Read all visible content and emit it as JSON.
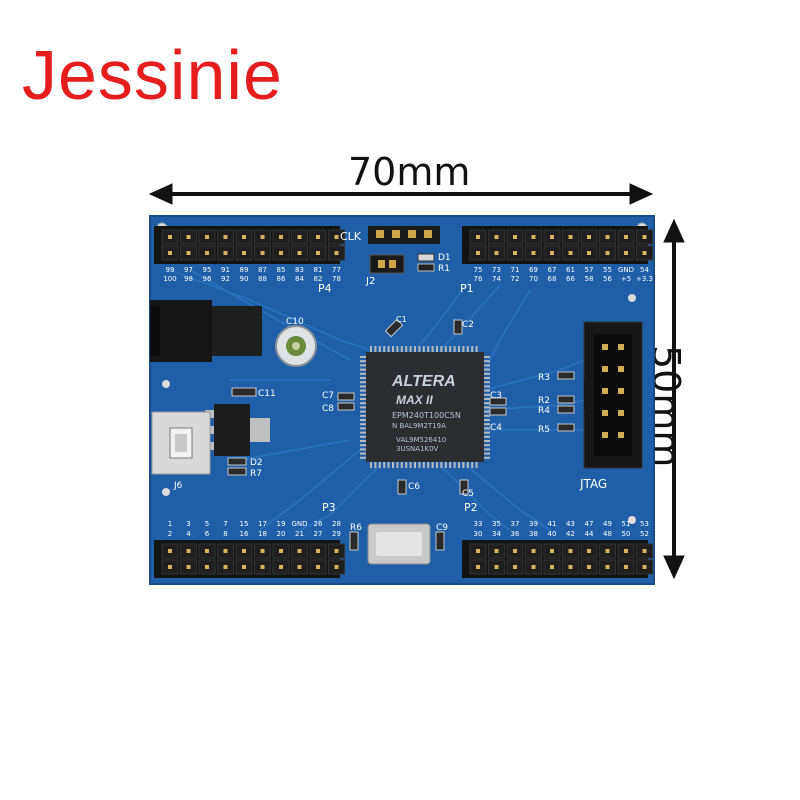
{
  "brand": {
    "name": "Jessinie",
    "color": "#e51d1d"
  },
  "dimensions": {
    "width_label": "70mm",
    "height_label": "50mm"
  },
  "board": {
    "color": "#1e5fa8",
    "headers": {
      "p4": {
        "label": "P4",
        "top_pins": [
          "99",
          "97",
          "95",
          "91",
          "89",
          "87",
          "85",
          "83",
          "81",
          "77"
        ],
        "bottom_pins": [
          "100",
          "98",
          "96",
          "92",
          "90",
          "88",
          "86",
          "84",
          "82",
          "78"
        ]
      },
      "p1": {
        "label": "P1",
        "top_pins": [
          "75",
          "73",
          "71",
          "69",
          "67",
          "61",
          "57",
          "55",
          "GND",
          "54"
        ],
        "bottom_pins": [
          "76",
          "74",
          "72",
          "70",
          "68",
          "66",
          "58",
          "56",
          "+5",
          "+3.3"
        ]
      },
      "p3": {
        "label": "P3",
        "top_pins": [
          "1",
          "3",
          "5",
          "7",
          "15",
          "17",
          "19",
          "GND",
          "26",
          "28"
        ],
        "bottom_pins": [
          "2",
          "4",
          "6",
          "8",
          "16",
          "18",
          "20",
          "21",
          "27",
          "29"
        ]
      },
      "p2": {
        "label": "P2",
        "top_pins": [
          "33",
          "35",
          "37",
          "39",
          "41",
          "43",
          "47",
          "49",
          "51",
          "53"
        ],
        "bottom_pins": [
          "30",
          "34",
          "36",
          "38",
          "40",
          "42",
          "44",
          "48",
          "50",
          "52"
        ]
      }
    },
    "labels": {
      "clk": "CLK",
      "j2": "J2",
      "d1": "D1",
      "r1": "R1",
      "c10": "C10",
      "c1": "C1",
      "c2": "C2",
      "c11": "C11",
      "c7": "C7",
      "c8": "C8",
      "c3": "C3",
      "c4": "C4",
      "r3": "R3",
      "r2": "R2",
      "r4": "R4",
      "r5": "R5",
      "jtag": "JTAG",
      "j6": "J6",
      "d2": "D2",
      "r7": "R7",
      "c6": "C6",
      "c5": "C5",
      "r6": "R6",
      "c9": "C9"
    },
    "chip": {
      "brand": "ALTERA",
      "family": "MAX II",
      "lines": [
        "EPM240T100C5N",
        "N BAL9M2T19A",
        "VAL9M526410",
        "3USNA1K0V"
      ]
    }
  }
}
